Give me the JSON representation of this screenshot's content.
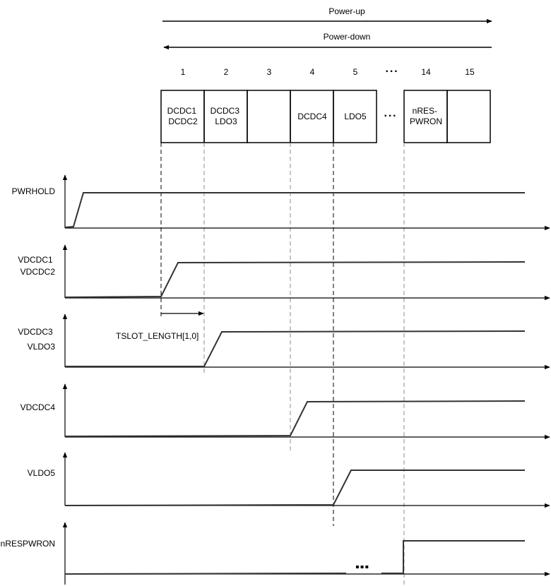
{
  "colors": {
    "waveform": "#333333",
    "axis": "#000000",
    "guide_dark": "#000000",
    "guide_light": "#8c8c8c",
    "background": "#ffffff"
  },
  "header": {
    "power_up_label": "Power-up",
    "power_down_label": "Power-down"
  },
  "slot_numbers": [
    "1",
    "2",
    "3",
    "4",
    "5",
    "14",
    "15"
  ],
  "ellipsis": "···",
  "slots": [
    {
      "lines": [
        "DCDC1",
        "DCDC2"
      ]
    },
    {
      "lines": [
        "DCDC3",
        "LDO3"
      ]
    },
    {
      "lines": []
    },
    {
      "lines": [
        "DCDC4"
      ]
    },
    {
      "lines": [
        "LDO5"
      ]
    },
    {
      "lines": [
        "nRES-",
        "PWRON"
      ]
    },
    {
      "lines": []
    }
  ],
  "signals": [
    {
      "lines": [
        "PWRHOLD"
      ]
    },
    {
      "lines": [
        "VDCDC1",
        "VDCDC2"
      ]
    },
    {
      "lines": [
        "VDCDC3",
        "VLDO3"
      ]
    },
    {
      "lines": [
        "VDCDC4"
      ]
    },
    {
      "lines": [
        "VLDO5"
      ]
    },
    {
      "lines": [
        "nRESPWRON"
      ]
    }
  ],
  "tslot_label": "TSLOT_LENGTH[1,0]",
  "waveform_ellipsis": "▪▪▪"
}
